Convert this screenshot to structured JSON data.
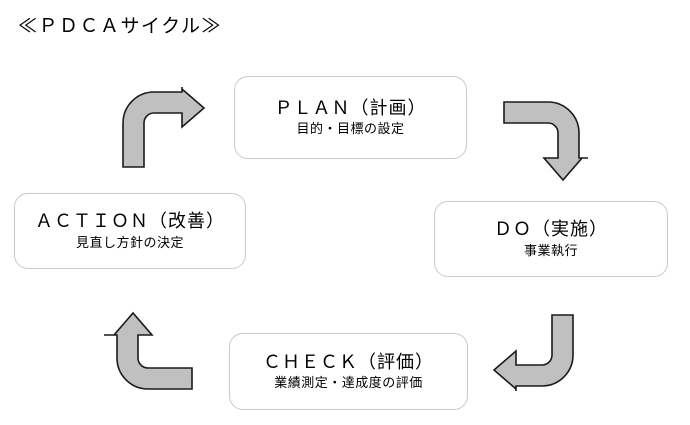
{
  "title": "≪ＰＤＣＡサイクル≫",
  "diagram": {
    "type": "cycle",
    "direction": "clockwise",
    "colors": {
      "arrow_fill": "#c0c0c0",
      "arrow_stroke": "#1a1a1a",
      "box_border": "#c9c9c9",
      "box_fill": "#ffffff",
      "text": "#000000",
      "background": "#ffffff"
    },
    "stages": [
      {
        "id": "plan",
        "title": "ＰＬＡＮ（計画）",
        "subtitle": "目的・目標の設定"
      },
      {
        "id": "do",
        "title": "ＤＯ（実施）",
        "subtitle": "事業執行"
      },
      {
        "id": "check",
        "title": "ＣＨＥＣＫ（評価）",
        "subtitle": "業績測定・達成度の評価"
      },
      {
        "id": "action",
        "title": "ＡＣＴＩＯＮ（改善）",
        "subtitle": "見直し方針の決定"
      }
    ],
    "arrows": [
      {
        "id": "action-to-plan",
        "from": "action",
        "to": "plan",
        "points": "right"
      },
      {
        "id": "plan-to-do",
        "from": "plan",
        "to": "do",
        "points": "down"
      },
      {
        "id": "do-to-check",
        "from": "do",
        "to": "check",
        "points": "left"
      },
      {
        "id": "check-to-action",
        "from": "check",
        "to": "action",
        "points": "up"
      }
    ]
  }
}
